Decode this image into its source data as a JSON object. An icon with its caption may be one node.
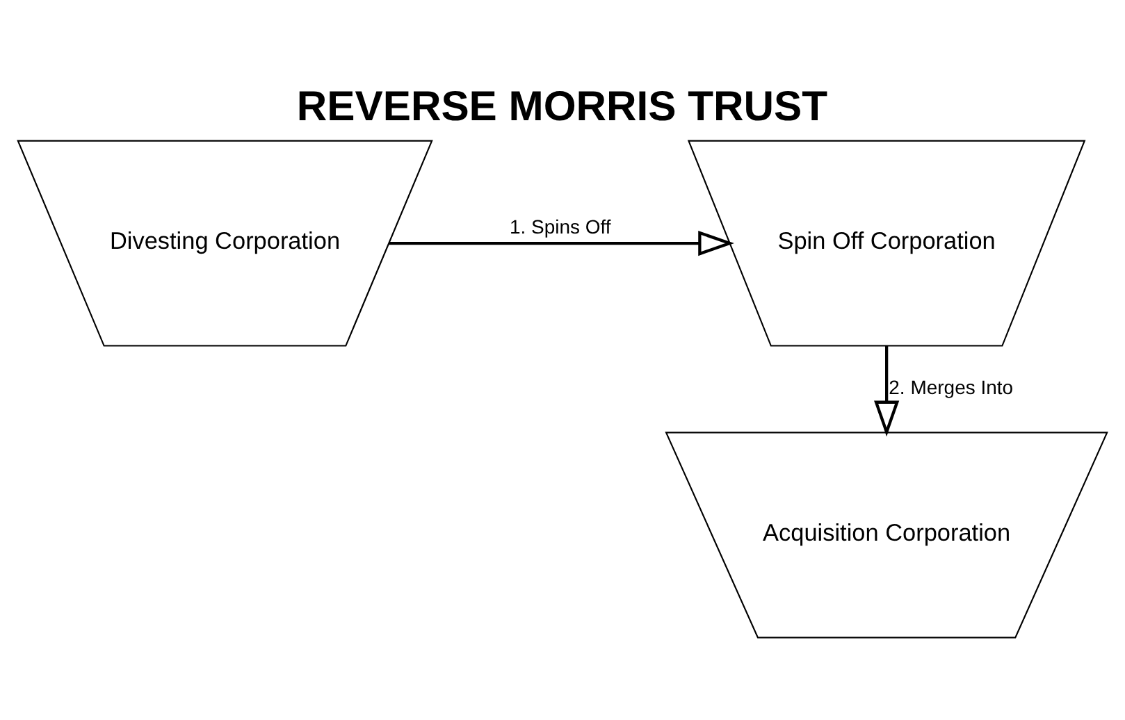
{
  "diagram": {
    "title": "REVERSE MORRIS TRUST",
    "nodes": [
      {
        "text": [
          "Divesting Corporation"
        ]
      },
      {
        "text": [
          "Spin Off Corporation"
        ]
      },
      {
        "text": [
          "Acquisition Corporation"
        ]
      }
    ],
    "edges": [
      {
        "from": 0,
        "to": 1,
        "arrow": "to",
        "label": "1. Spins Off"
      },
      {
        "from": 1,
        "to": 2,
        "arrow": "to",
        "label": "2. Merges Into"
      }
    ]
  }
}
